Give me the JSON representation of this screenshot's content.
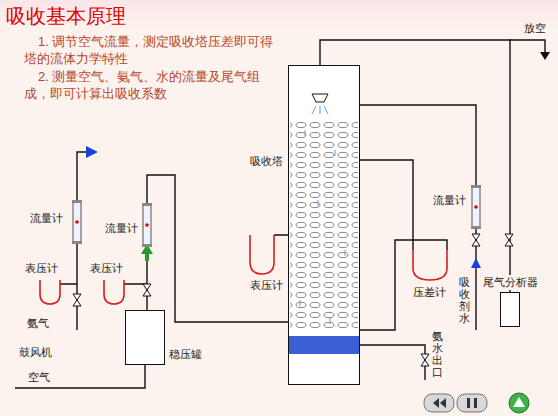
{
  "diagram": {
    "title": "吸收基本原理",
    "nodes": [
      {
        "text": [
          "吸收塔"
        ]
      },
      {
        "text": [
          "稳压罐"
        ]
      },
      {
        "text": [
          "尾气分析器"
        ]
      }
    ],
    "edges": [
      {
        "from": 1,
        "to": 0,
        "arrow": "none"
      },
      {
        "from": 0,
        "to": 2,
        "arrow": "none"
      }
    ],
    "labels": [
      "1. 调节空气流量，测定吸收塔压差即可得塔的流体力学特性",
      "2. 测量空气、氨气、水的流量及尾气组成，即可计算出吸收系数",
      "放空",
      "流量计",
      "流量计",
      "流量计",
      "表压计",
      "表压计",
      "表压计",
      "压差计",
      "吸收剂水",
      "氨气",
      "鼓风机",
      "空气",
      "氨水出口"
    ]
  }
}
